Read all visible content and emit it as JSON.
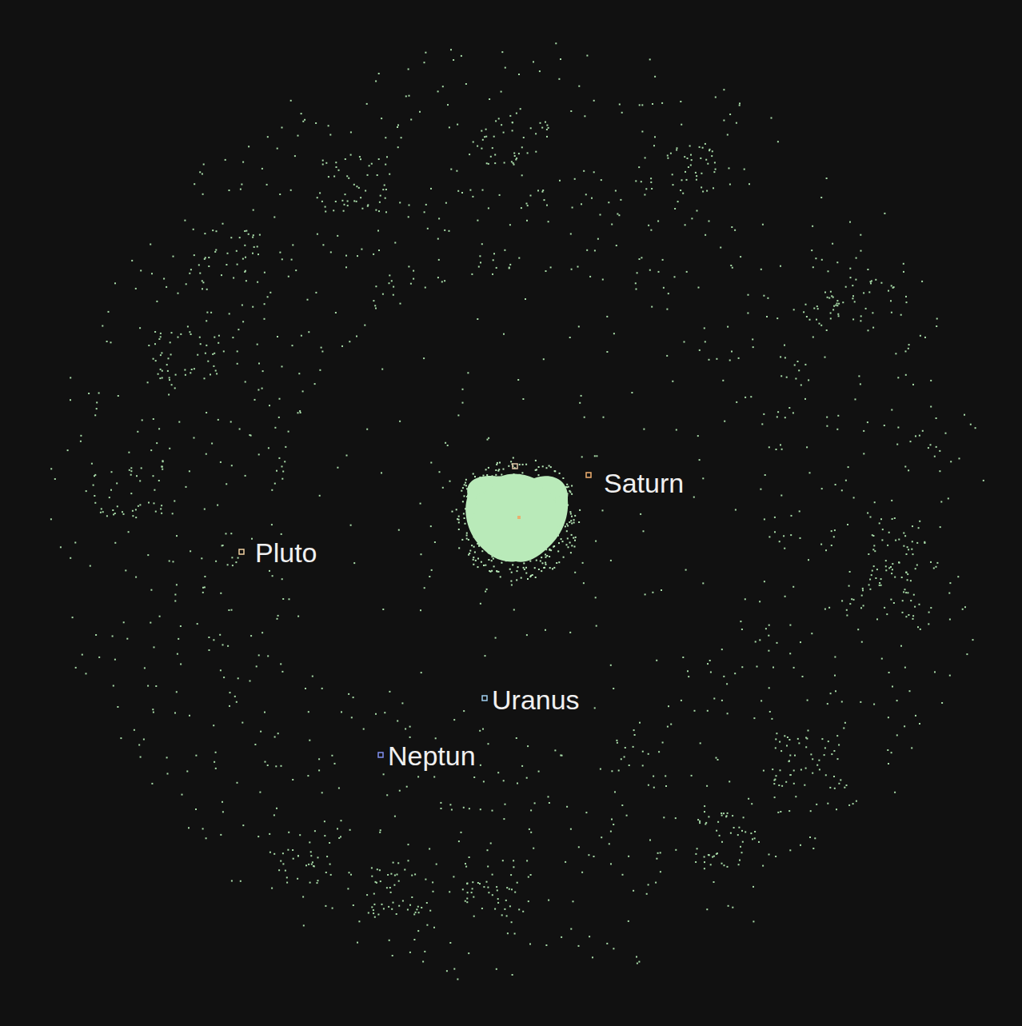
{
  "diagram": {
    "labels": [
      "Saturn",
      "Pluto",
      "Uranus",
      "Neptun"
    ]
  }
}
